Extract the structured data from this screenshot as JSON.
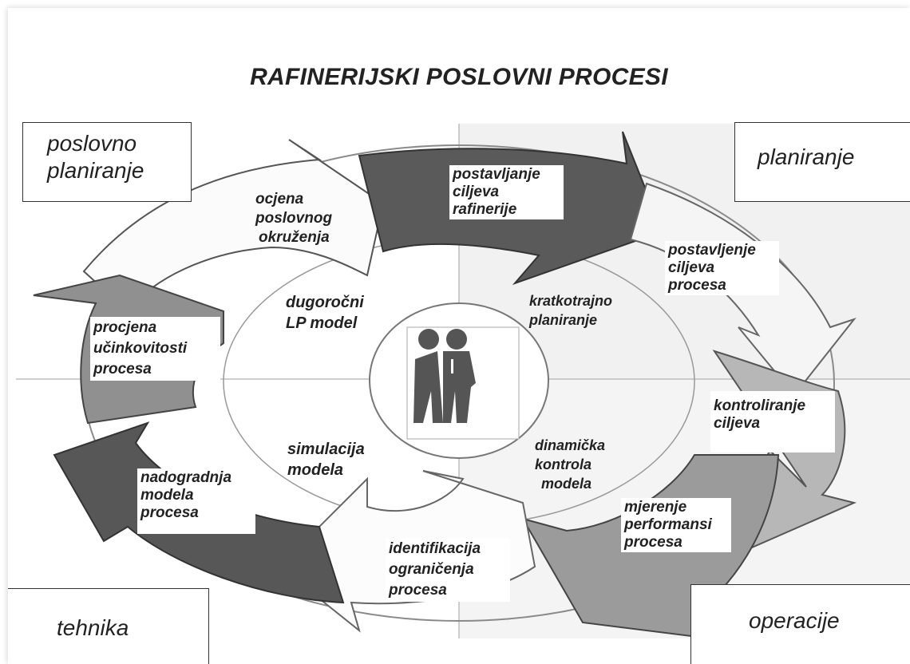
{
  "title": "RAFINERIJSKI POSLOVNI PROCESI",
  "quadrants": {
    "top_left": [
      "poslovno",
      "planiranje"
    ],
    "top_right": [
      "planiranje"
    ],
    "bottom_left": [
      "tehnika"
    ],
    "bottom_right": [
      "operacije"
    ]
  },
  "outer_steps": {
    "setting_refinery_goals": [
      "postavljanje",
      "ciljeva",
      "rafinerije"
    ],
    "setting_process_goals": [
      "postavljenje",
      "ciljeva",
      "procesa"
    ],
    "controlling_goals": [
      "kontroliranje",
      "ciljeva"
    ],
    "measuring_performance": [
      "mjerenje",
      "performansi",
      "procesa"
    ],
    "identifying_constraints": [
      "identifikacija",
      "ograničenja",
      "procesa"
    ],
    "upgrading_models": [
      "nadogradnja",
      "modela",
      "procesa"
    ],
    "efficiency_assessment": [
      "procjena",
      "učinkovitosti",
      "procesa"
    ],
    "environment_assessment": [
      "ocjena",
      "poslovnog",
      "okruženja"
    ]
  },
  "inner_steps": {
    "long_term_lp": [
      "dugoročni",
      "LP model"
    ],
    "short_term_planning": [
      "kratkotrajno",
      "planiranje"
    ],
    "dynamic_control": [
      "dinamička",
      "kontrola",
      "modela"
    ],
    "model_simulation": [
      "simulacija",
      "modela"
    ]
  },
  "center_icon": "people-icon",
  "colors": {
    "dark_arrow": "#555555",
    "mid_arrow": "#8a8a8a",
    "light_arrow": "#b4b4b4",
    "pale_arrow": "#fafafa",
    "quadrant_shade": "#f0f0f0"
  }
}
